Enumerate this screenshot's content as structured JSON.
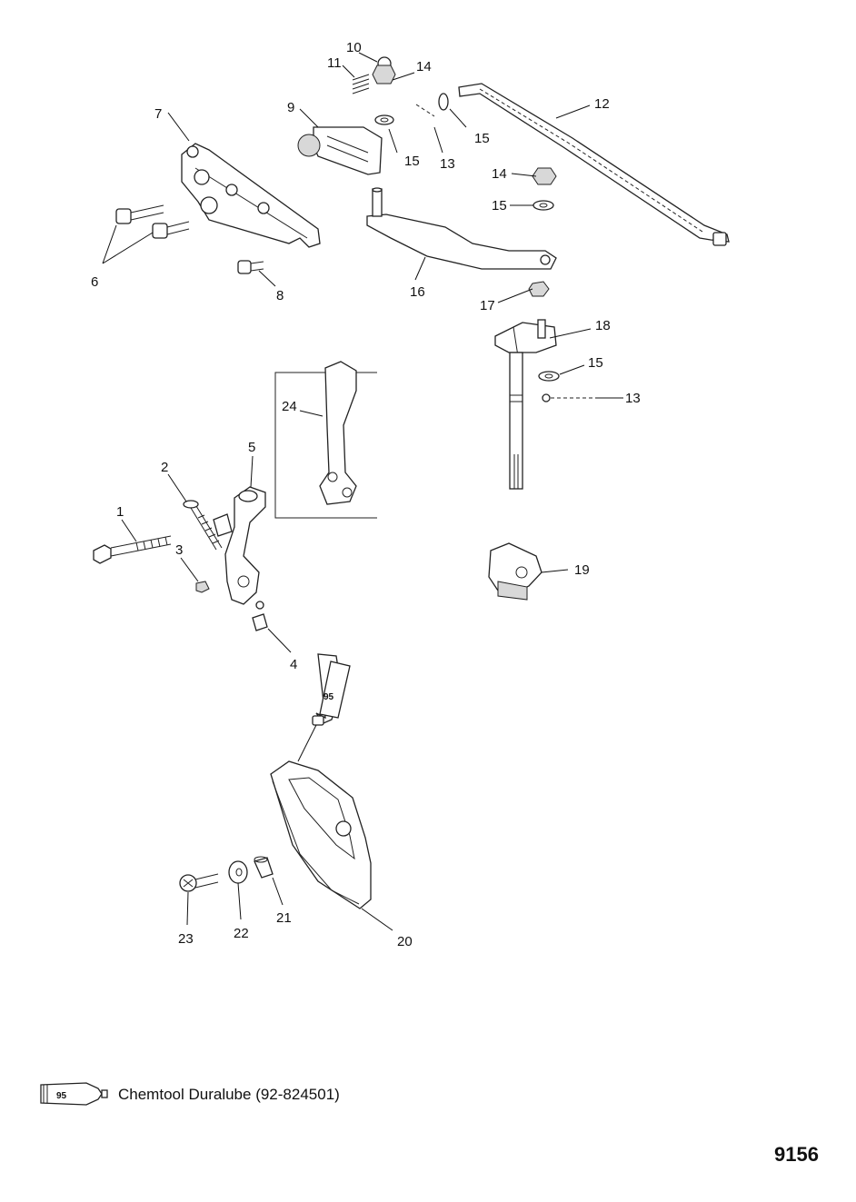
{
  "labels": {
    "l1": "1",
    "l2": "2",
    "l3": "3",
    "l4": "4",
    "l5": "5",
    "l6": "6",
    "l7": "7",
    "l8": "8",
    "l9": "9",
    "l10": "10",
    "l11": "11",
    "l12": "12",
    "l13a": "13",
    "l13b": "13",
    "l14a": "14",
    "l14b": "14",
    "l15a": "15",
    "l15b": "15",
    "l15c": "15",
    "l15d": "15",
    "l16": "16",
    "l17": "17",
    "l18": "18",
    "l19": "19",
    "l20": "20",
    "l21": "21",
    "l22": "22",
    "l23": "23",
    "l24": "24"
  },
  "tube_callout": "95",
  "legend": {
    "tube_number": "95",
    "text": "Chemtool Duralube (92-824501)"
  },
  "figure_number": "9156"
}
